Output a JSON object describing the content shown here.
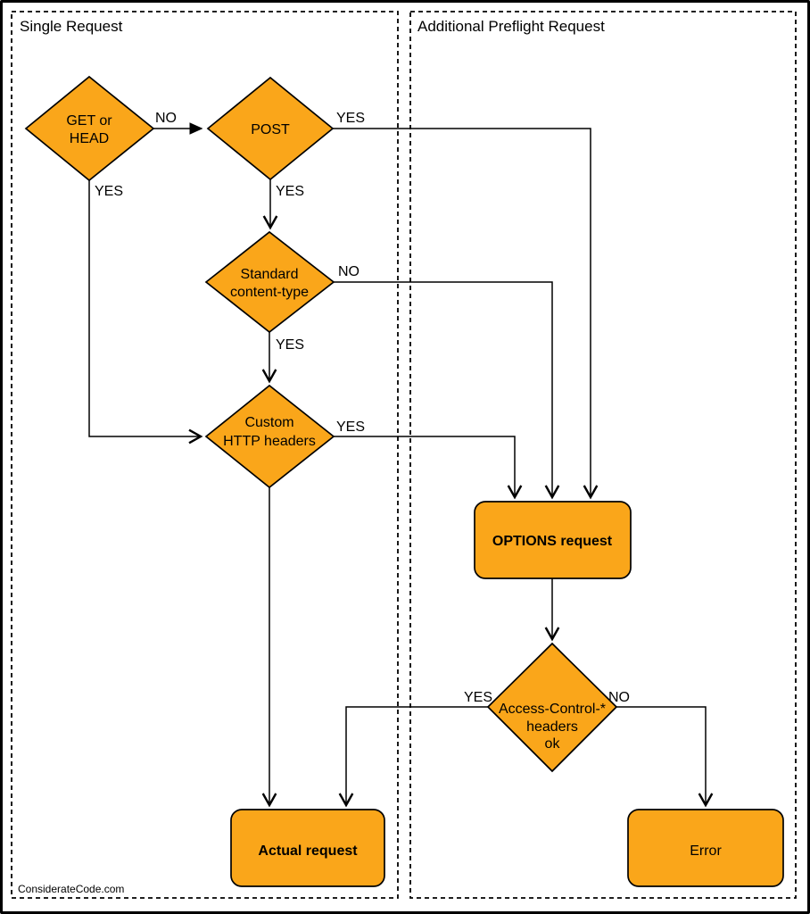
{
  "diagram": {
    "sections": [
      {
        "title": "Single Request"
      },
      {
        "title": "Additional Preflight Request"
      }
    ],
    "nodes": {
      "get_head": {
        "line1": "GET or",
        "line2": "HEAD"
      },
      "post": {
        "label": "POST"
      },
      "standard_content_type": {
        "line1": "Standard",
        "line2": "content-type"
      },
      "custom_http_headers": {
        "line1": "Custom",
        "line2": "HTTP headers"
      },
      "options_request": {
        "label": "OPTIONS request"
      },
      "access_control": {
        "line1": "Access-Control-*",
        "line2": "headers",
        "line3": "ok"
      },
      "actual_request": {
        "label": "Actual request"
      },
      "error": {
        "label": "Error"
      }
    },
    "edge_labels": {
      "get_head_no": "NO",
      "get_head_yes": "YES",
      "post_yes_right": "YES",
      "post_yes_down": "YES",
      "standard_no": "NO",
      "standard_yes": "YES",
      "custom_yes": "YES",
      "access_yes": "YES",
      "access_no": "NO"
    },
    "watermark": "ConsiderateCode.com",
    "colors": {
      "node_fill": "#FAA61A",
      "line": "#000000",
      "background": "#FFFFFF"
    }
  }
}
